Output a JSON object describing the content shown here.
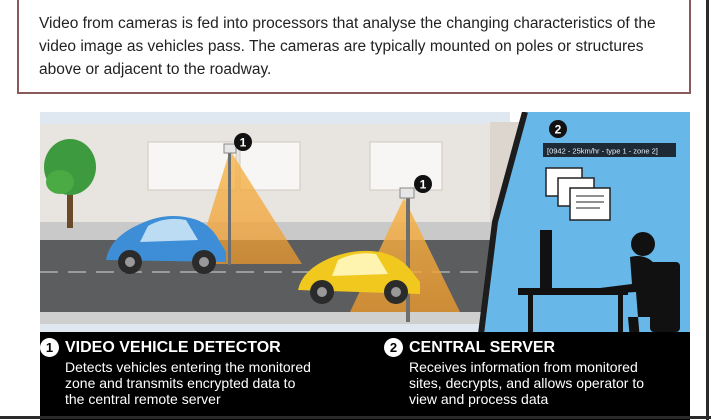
{
  "intro_text": "Video from cameras is fed into processors that analyse the changing characteristics of the video image as vehicles pass. The cameras are typically mounted on poles or structures above or adjacent to the roadway.",
  "diagram": {
    "callout_numbers": [
      "1",
      "1",
      "2"
    ],
    "screen_readout": "[0942 - 25km/hr - type 1 - zone 2]",
    "colors": {
      "sky_left": "#dce7f1",
      "sky_right": "#67b7e8",
      "road": "#5b5d5f",
      "cone": "#f2a43a",
      "car_blue": "#3d8ed6",
      "car_yellow": "#f1c91e",
      "tree": "#3e9a3e",
      "caption_bg": "#000000"
    }
  },
  "captions": [
    {
      "number": "1",
      "title": "VIDEO VEHICLE DETECTOR",
      "description": "Detects vehicles entering the monitored\nzone and transmits encrypted data to\nthe central remote server"
    },
    {
      "number": "2",
      "title": "CENTRAL SERVER",
      "description": "Receives information from monitored\nsites, decrypts, and allows operator to\nview and process data"
    }
  ]
}
